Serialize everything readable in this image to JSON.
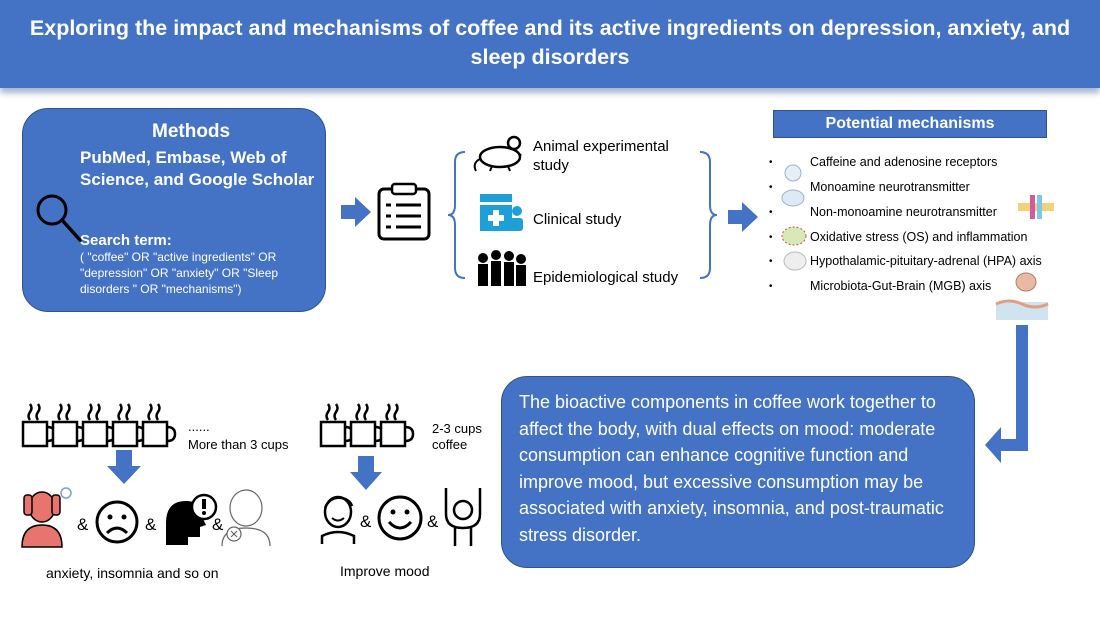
{
  "title": "Exploring the impact and mechanisms of coffee and its active ingredients on depression, anxiety, and sleep disorders",
  "methods": {
    "heading": "Methods",
    "databases": "PubMed, Embase, Web of Science, and Google Scholar",
    "search_label": "Search term:",
    "search_terms": "( \"coffee\" OR \"active ingredients\" OR \"depression\" OR \"anxiety\" OR \"Sleep disorders \" OR  \"mechanisms\")"
  },
  "studies": [
    "Animal experimental study",
    "Clinical study",
    "Epidemiological study"
  ],
  "mechanisms": {
    "heading": "Potential mechanisms",
    "bullet": "•",
    "items": [
      "Caffeine and adenosine receptors",
      "Monoamine neurotransmitter",
      "Non-monoamine neurotransmitter",
      "Oxidative stress (OS) and inflammation",
      "Hypothalamic-pituitary-adrenal (HPA) axis",
      "Microbiota-Gut-Brain (MGB) axis"
    ]
  },
  "summary": "The bioactive components in coffee work together to affect the body, with dual effects on mood: moderate consumption can enhance cognitive function and improve mood, but excessive consumption may be associated with anxiety, insomnia, and post-traumatic stress disorder.",
  "excess": {
    "ellipsis": "......",
    "cups_label": "More than 3 cups",
    "amp": "&",
    "caption": "anxiety, insomnia and so on"
  },
  "moderate": {
    "cups_label": "2-3 cups coffee",
    "amp": "&",
    "caption": "Improve mood"
  },
  "colors": {
    "primary": "#4472c4",
    "border": "#2f528f",
    "text_on_primary": "#ffffff",
    "illustration_red": "#e8746e"
  },
  "icons": [
    "search-icon",
    "clipboard-icon",
    "rat-icon",
    "medical-kit-icon",
    "people-icon",
    "coffee-cup-icon",
    "frown-face-icon",
    "smile-face-icon",
    "stressed-person-icon",
    "thinking-head-icon",
    "insomnia-person-icon",
    "happy-person-icon",
    "celebrating-person-icon"
  ]
}
